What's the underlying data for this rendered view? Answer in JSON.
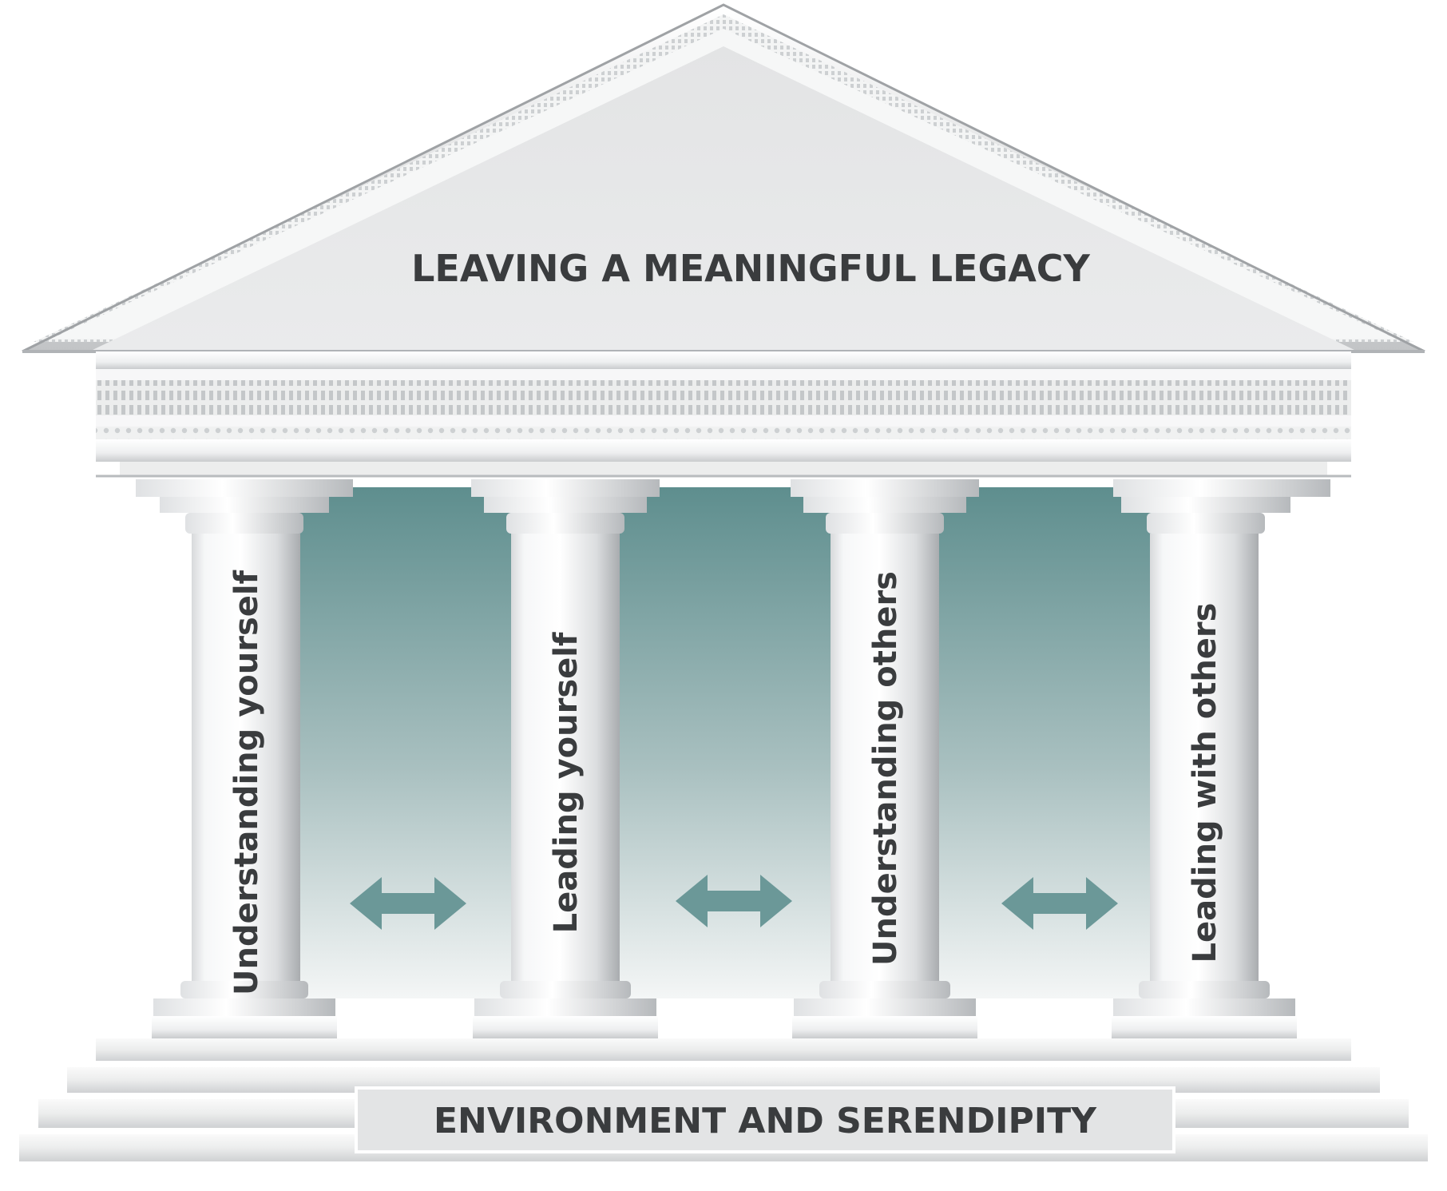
{
  "roof": {
    "title": "LEAVING A MEANINGFUL LEGACY"
  },
  "pillars": [
    {
      "label": "Understanding yourself"
    },
    {
      "label": "Leading yourself"
    },
    {
      "label": "Understanding others"
    },
    {
      "label": "Leading with others"
    }
  ],
  "foundation": {
    "label": "ENVIRONMENT AND SERENDIPITY"
  },
  "connectors": [
    {
      "icon": "double-arrow-icon"
    },
    {
      "icon": "double-arrow-icon"
    },
    {
      "icon": "double-arrow-icon"
    }
  ],
  "colors": {
    "interior_top": "#5e8e8e",
    "interior_bottom": "#f2f4f4",
    "arrow": "#6b9898",
    "text": "#3a3c3e",
    "stone": "#e6e7e8"
  }
}
